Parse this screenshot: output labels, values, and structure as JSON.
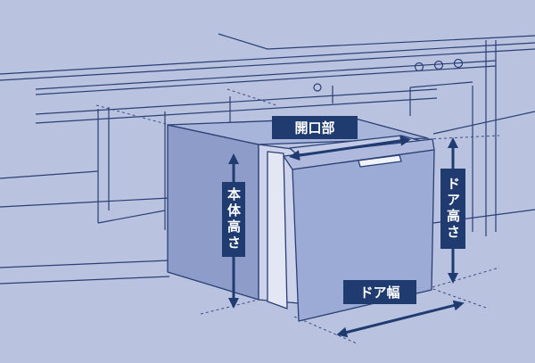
{
  "colors": {
    "background": "#b9c3e0",
    "line": "#2a3f74",
    "dashed": "#3b4f86",
    "side_panel": "#8d9cc9",
    "door": "#9babd5",
    "label_bg": "#1f3b6f",
    "arrow": "#1f3b6f",
    "label_text": "#ffffff"
  },
  "labels": {
    "opening": "開口部",
    "body_height": "本体高さ",
    "door_height": "ドア高さ",
    "door_width": "ドア幅"
  },
  "icons": {
    "buttons": "circle-button-icons",
    "arrows": "double-arrow-icons"
  }
}
